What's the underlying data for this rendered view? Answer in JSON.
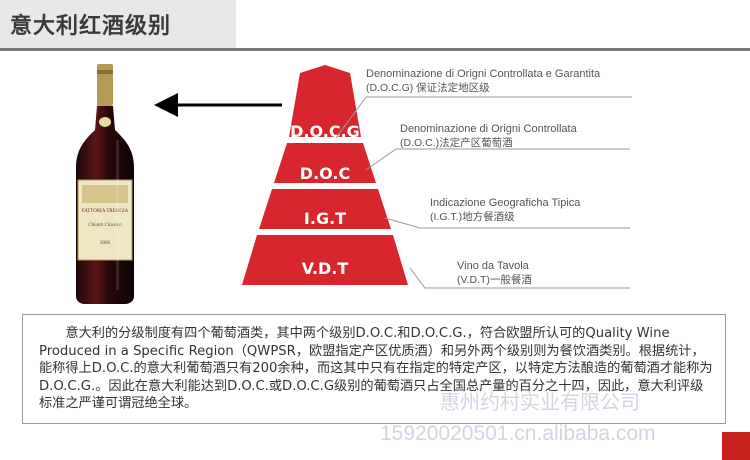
{
  "header": {
    "title": "意大利红酒级别"
  },
  "bottle": {
    "label_brand": "FATTORIA TREGGIA",
    "label_sub": "Chianti Classico",
    "label_year": "2006"
  },
  "pyramid": {
    "colors": {
      "tier": "#d8262e",
      "text": "#ffffff"
    },
    "tiers": [
      {
        "code": "D.O.C.G",
        "name_it": "Denominazione di Origni Controllata e Garantita",
        "name_cn": "(D.O.C.G) 保证法定地区级"
      },
      {
        "code": "D.O.C",
        "name_it": "Denominazione di Origni Controllata",
        "name_cn": "(D.O.C.)法定产区葡萄酒"
      },
      {
        "code": "I.G.T",
        "name_it": "Indicazione Geograficha Tipica",
        "name_cn": "(I.G.T.)地方餐酒级"
      },
      {
        "code": "V.D.T",
        "name_it": "Vino da Tavola",
        "name_cn": "(V.D.T)一般餐酒"
      }
    ]
  },
  "description": {
    "text": "意大利的分级制度有四个葡萄酒类，其中两个级别D.O.C.和D.O.C.G.，符合欧盟所认可的Quality Wine Produced in a Specific Region（QWPSR，欧盟指定产区优质酒）和另外两个级别则为餐饮酒类别。根据统计，能称得上D.O.C.的意大利葡萄酒只有200余种，而这其中只有在指定的特定产区，以特定方法酿造的葡萄酒才能称为D.O.C.G.。因此在意大利能达到D.O.C.或D.O.C.G级别的葡萄酒只占全国总产量的百分之十四，因此，意大利评级标准之严谨可谓冠绝全球。"
  },
  "watermark": {
    "company": "惠州约村实业有限公司",
    "phone": "15920020501.cn.alibaba.com"
  }
}
